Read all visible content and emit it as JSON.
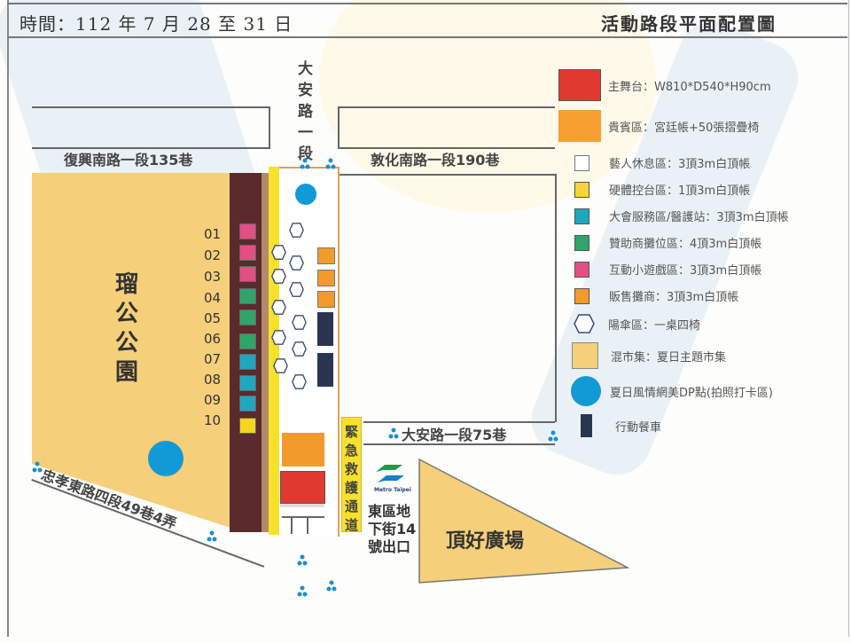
{
  "header": {
    "date_text": "時間：112 年 7 月 28 至 31 日",
    "title": "活動路段平面配置圖"
  },
  "roads": {
    "daan_vertical": "大安路一段",
    "fuxing_lane": "復興南路一段135巷",
    "dunhua_lane": "敦化南路一段190巷",
    "daan_lane75": "大安路一段75巷",
    "zhongxiao_alley": "忠孝東路四段49巷4弄"
  },
  "places": {
    "park": "瑠公公園",
    "plaza": "頂好廣場",
    "emergency_lane": "緊急救護通道",
    "mrt_logo_text": "Metro Taipei",
    "mrt_exit": "東區地下街14號出口"
  },
  "booths": [
    {
      "num": "01",
      "color": "#e24f82"
    },
    {
      "num": "02",
      "color": "#e24f82"
    },
    {
      "num": "03",
      "color": "#e24f82"
    },
    {
      "num": "04",
      "color": "#2fa56a"
    },
    {
      "num": "05",
      "color": "#2fa56a"
    },
    {
      "num": "06",
      "color": "#2fa56a"
    },
    {
      "num": "07",
      "color": "#1fa7c0"
    },
    {
      "num": "08",
      "color": "#1fa7c0"
    },
    {
      "num": "09",
      "color": "#1fa7c0"
    },
    {
      "num": "10",
      "color": "#f5d520"
    }
  ],
  "legend": [
    {
      "icon": "main-stage-swatch",
      "color": "#e03a30",
      "label": "主舞台：W810*D540*H90cm"
    },
    {
      "icon": "vip-area-swatch",
      "color": "#f5a030",
      "label": "貴賓區：宮廷帳+50張摺疊椅"
    },
    {
      "icon": "artist-rest-swatch",
      "color": "#ffffff",
      "label": "藝人休息區：3頂3m白頂帳"
    },
    {
      "icon": "hardware-control-swatch",
      "color": "#f7d23a",
      "label": "硬體控台區：1頂3m白頂帳"
    },
    {
      "icon": "service-medical-swatch",
      "color": "#1fa7c0",
      "label": "大會服務區/醫護站：3頂3m白頂帳"
    },
    {
      "icon": "sponsor-booth-swatch",
      "color": "#2fa56a",
      "label": "贊助商攤位區：4頂3m白頂帳"
    },
    {
      "icon": "interactive-game-swatch",
      "color": "#e24f82",
      "label": "互動小遊戲區：3頂3m白頂帳"
    },
    {
      "icon": "vendor-swatch",
      "color": "#f39a2c",
      "label": "販售攤商：3頂3m白頂帳"
    },
    {
      "icon": "parasol-hexagon",
      "color": "#ffffff",
      "label": "陽傘區：一桌四椅"
    },
    {
      "icon": "market-swatch",
      "color": "#f5cf7a",
      "label": "混市集：夏日主題市集"
    },
    {
      "icon": "photo-spot-circle",
      "color": "#129ad6",
      "label": "夏日風情網美DP點(拍照打卡區)"
    },
    {
      "icon": "food-truck-swatch",
      "color": "#2a3551",
      "label": "行動餐車"
    }
  ]
}
